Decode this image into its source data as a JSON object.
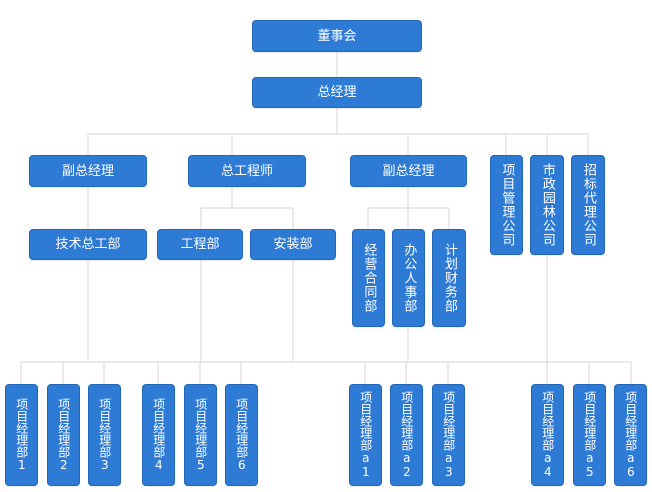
{
  "org": {
    "chairman": "董事会",
    "gm": "总经理",
    "vgm_left": "副总经理",
    "chief_engineer": "总工程师",
    "vgm_right": "副总经理",
    "co_project": "项目管理公司",
    "co_municipal": "市政园林公司",
    "co_tender": "招标代理公司",
    "dept_tech": "技术总工部",
    "dept_engineering": "工程部",
    "dept_install": "安装部",
    "dept_contract": "经营合同部",
    "dept_office": "办公人事部",
    "dept_finance": "计划财务部",
    "pm_1": "项目经理部1",
    "pm_2": "项目经理部2",
    "pm_3": "项目经理部3",
    "pm_4": "项目经理部4",
    "pm_5": "项目经理部5",
    "pm_6": "项目经理部6",
    "pm_a1": "项目经理部a1",
    "pm_a2": "项目经理部a2",
    "pm_a3": "项目经理部a3",
    "pm_a4": "项目经理部a4",
    "pm_a5": "项目经理部a5",
    "pm_a6": "项目经理部a6"
  },
  "colors": {
    "node_fill": "#2e7bd6",
    "node_border": "#2266b8",
    "node_text": "#ffffff",
    "connector": "#d4d4d4"
  }
}
